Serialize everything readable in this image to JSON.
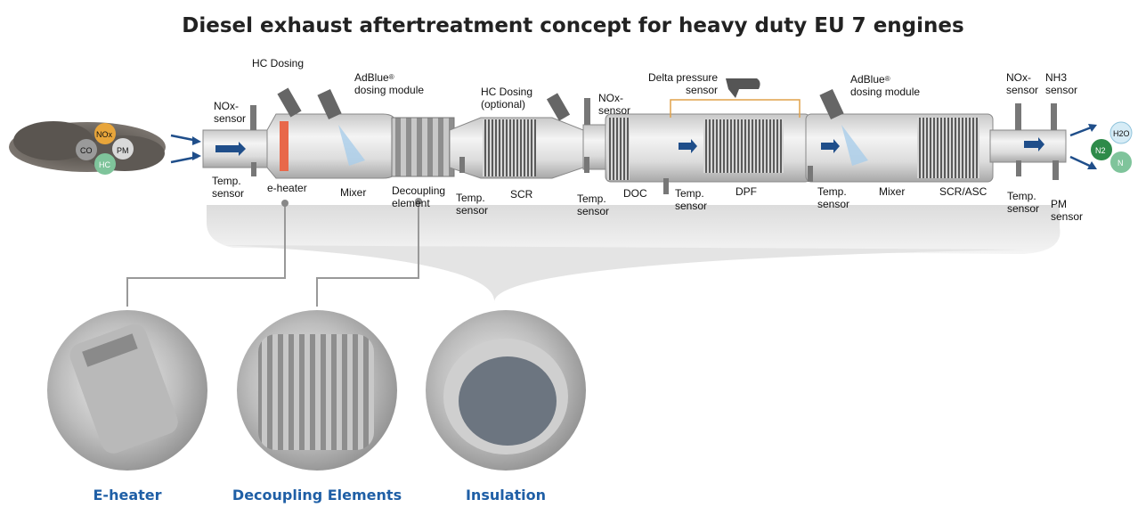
{
  "title": "Diesel exhaust aftertreatment concept for heavy duty EU 7 engines",
  "emissions_in": [
    "NOx",
    "CO",
    "PM",
    "HC"
  ],
  "emissions_out": [
    "H2O",
    "N2",
    "N"
  ],
  "labels": {
    "hc_dosing": "HC Dosing",
    "adblue_1_a": "AdBlue",
    "adblue_1_b": "dosing module",
    "nox_sensor_1_a": "NOx-",
    "nox_sensor_1_b": "sensor",
    "temp_sensor_1_a": "Temp.",
    "temp_sensor_1_b": "sensor",
    "e_heater": "e-heater",
    "mixer_1": "Mixer",
    "decoupling_a": "Decoupling",
    "decoupling_b": "element",
    "temp_sensor_2_a": "Temp.",
    "temp_sensor_2_b": "sensor",
    "scr": "SCR",
    "hc_dosing_opt_a": "HC Dosing",
    "hc_dosing_opt_b": "(optional)",
    "nox_sensor_2_a": "NOx-",
    "nox_sensor_2_b": "sensor",
    "temp_sensor_3_a": "Temp.",
    "temp_sensor_3_b": "sensor",
    "doc": "DOC",
    "delta_a": "Delta pressure",
    "delta_b": "sensor",
    "temp_sensor_4_a": "Temp.",
    "temp_sensor_4_b": "sensor",
    "dpf": "DPF",
    "adblue_2_a": "AdBlue",
    "adblue_2_b": "dosing module",
    "temp_sensor_5_a": "Temp.",
    "temp_sensor_5_b": "sensor",
    "mixer_2": "Mixer",
    "scr_asc": "SCR/ASC",
    "nox_sensor_3_a": "NOx-",
    "nox_sensor_3_b": "sensor",
    "nh3_a": "NH3",
    "nh3_b": "sensor",
    "temp_sensor_6_a": "Temp.",
    "temp_sensor_6_b": "sensor",
    "pm_a": "PM",
    "pm_b": "sensor"
  },
  "captions": [
    "E-heater",
    "Decoupling Elements",
    "Insulation"
  ],
  "colors": {
    "caption": "#1f5fa6",
    "arrow": "#1f4e8a",
    "nox": "#e8a53a",
    "hc": "#7fc49b",
    "n2": "#2e8b4a"
  }
}
